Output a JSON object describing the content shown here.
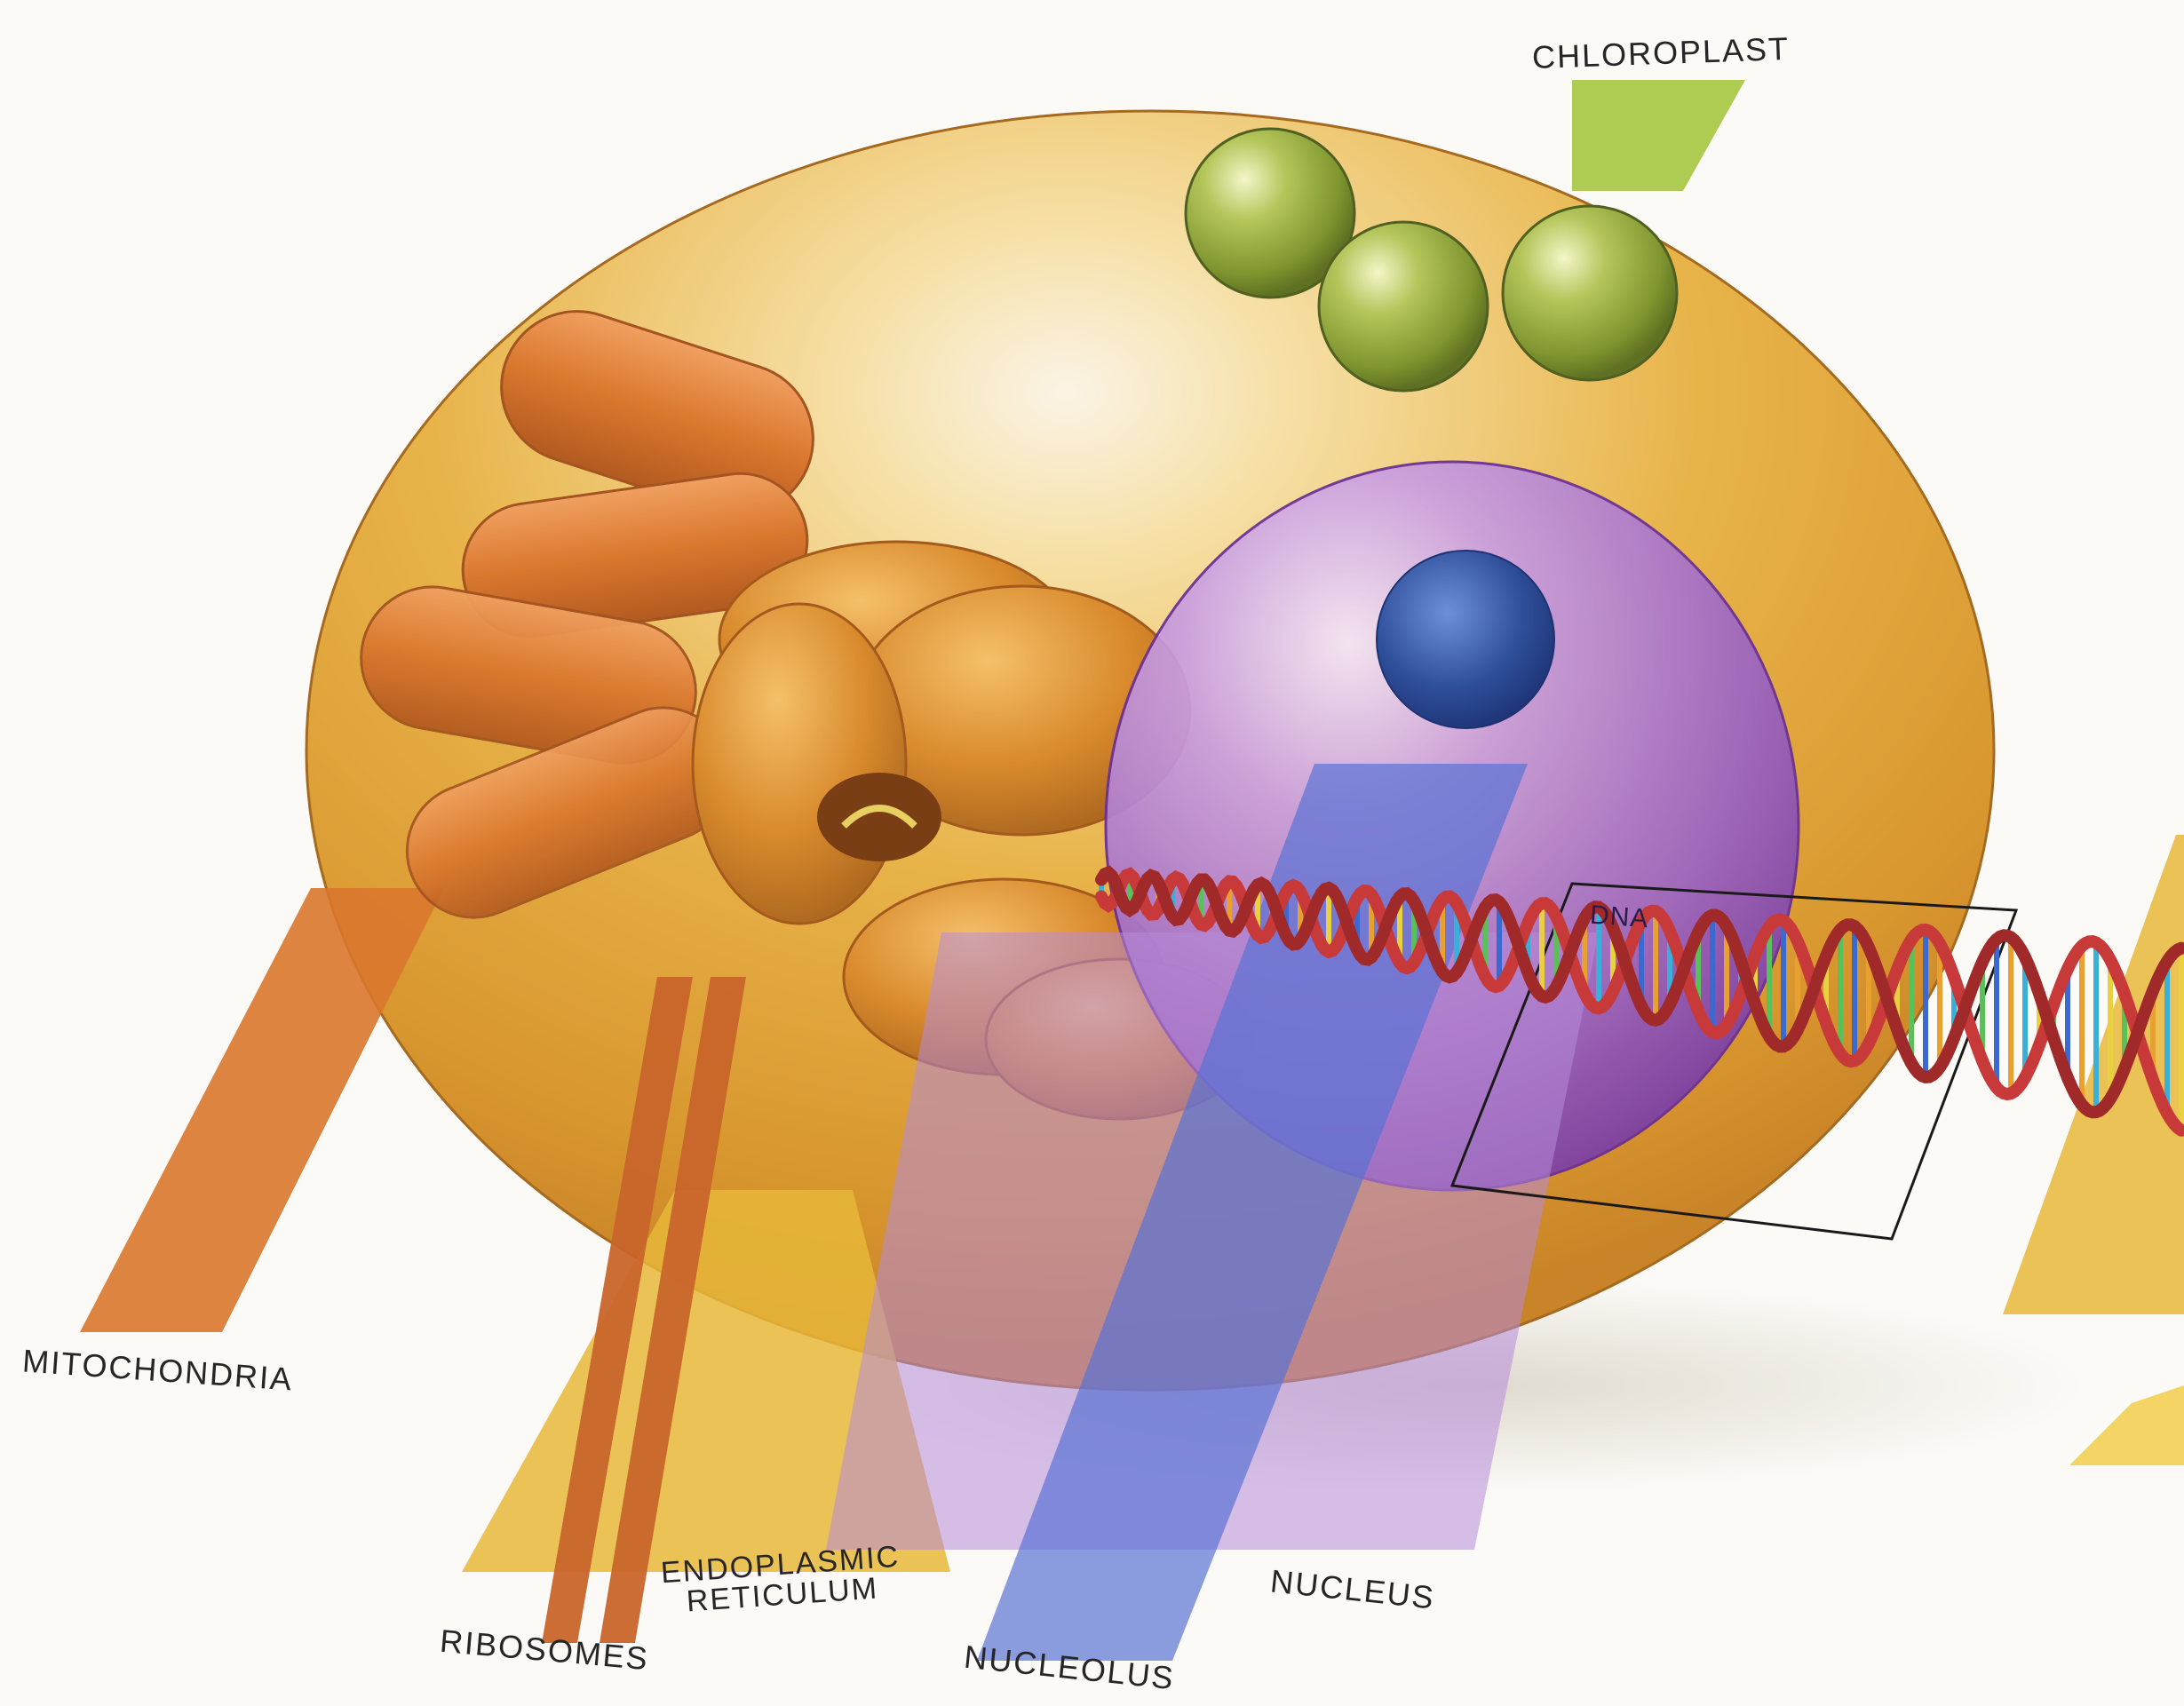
{
  "labels": {
    "chloroplast": "CHLOROPLAST",
    "mitochondria": "MITOCHONDRIA",
    "ribosomes": "RIBOSOMES",
    "endoplasmic_line1": "ENDOPLASMIC",
    "endoplasmic_line2": "RETICULUM",
    "nucleolus": "NUCLEOLUS",
    "nucleus": "NUCLEUS",
    "dna": "DNA"
  },
  "colors": {
    "cell": "#e3a93a",
    "mitochondria": "#d9772e",
    "chloroplast": "#8fa63c",
    "nucleus": "#a070c8",
    "nucleolus": "#2f4f9a",
    "endoplasmic_reticulum": "#d98a2c",
    "ribosomes": "#c8652a",
    "dna_backbone": "#c83a3a",
    "beam_chloroplast": "#a6c640",
    "beam_yellow": "#e8b73a",
    "beam_purple": "#b78ad8",
    "beam_blue": "#5a72d4"
  },
  "icons": [
    "cell-illustration",
    "dna-helix",
    "chloroplast-spheres"
  ]
}
